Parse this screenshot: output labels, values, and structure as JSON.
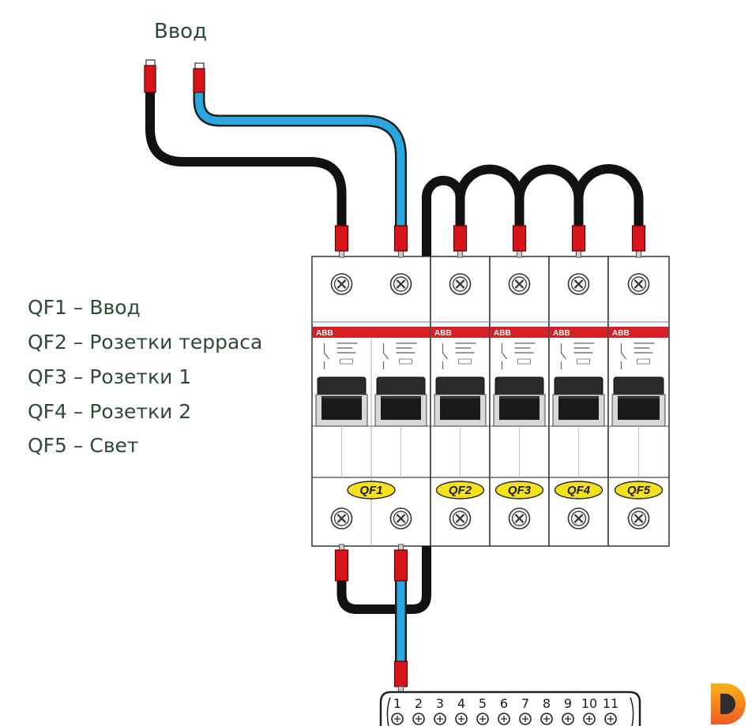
{
  "title": "Ввод",
  "legend": [
    {
      "text": "QF1 – Ввод"
    },
    {
      "text": "QF2 – Розетки терраса"
    },
    {
      "text": "QF3 – Розетки 1"
    },
    {
      "text": "QF4 – Розетки 2"
    },
    {
      "text": "QF5 – Свет"
    }
  ],
  "brand": "ABB",
  "breakers": [
    {
      "label": "QF1",
      "poles": 2
    },
    {
      "label": "QF2",
      "poles": 1
    },
    {
      "label": "QF3",
      "poles": 1
    },
    {
      "label": "QF4",
      "poles": 1
    },
    {
      "label": "QF5",
      "poles": 1
    }
  ],
  "terminal_numbers": [
    "1",
    "2",
    "3",
    "4",
    "5",
    "6",
    "7",
    "8",
    "9",
    "10",
    "11"
  ],
  "colors": {
    "wire_phase": "#111111",
    "wire_neutral": "#29a8e0",
    "ferrule_red": "#d8141b",
    "brand_red": "#d62027",
    "label_yellow": "#f4e21a",
    "text": "#2d4a36",
    "logo_top": "#fbb21a",
    "logo_bottom": "#f15a24"
  },
  "icons": {
    "screw": "terminal-screw-icon",
    "logo": "logo-icon"
  }
}
